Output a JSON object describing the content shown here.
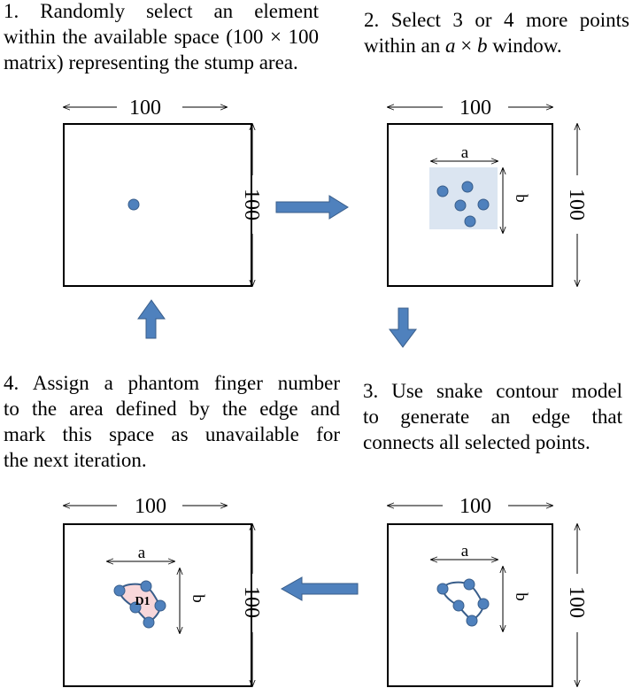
{
  "steps": [
    {
      "lines": [
        "1. Randomly select an element",
        "within the available space (100 × 100",
        "matrix) representing the stump area."
      ]
    },
    {
      "lines": [
        "2. Select 3 or 4 more points",
        "within an a × b window."
      ],
      "var_a": "a",
      "var_b": "b"
    },
    {
      "lines": [
        "3. Use snake contour model",
        "to generate an edge that",
        "connects all selected points."
      ]
    },
    {
      "lines": [
        "4. Assign a phantom finger number",
        "to the area defined by the edge and",
        "mark this space as unavailable for",
        "the next iteration."
      ]
    }
  ],
  "panel": {
    "width_label": "100",
    "height_label": "100"
  },
  "window": {
    "a_label": "a",
    "b_label": "b"
  },
  "region_label": "D1",
  "colors": {
    "point_fill": "#4f81bd",
    "point_stroke": "#385d8a",
    "window_fill": "#dbe5f1",
    "region_fill": "#f8d7da",
    "arrow_fill": "#4f81bd"
  }
}
